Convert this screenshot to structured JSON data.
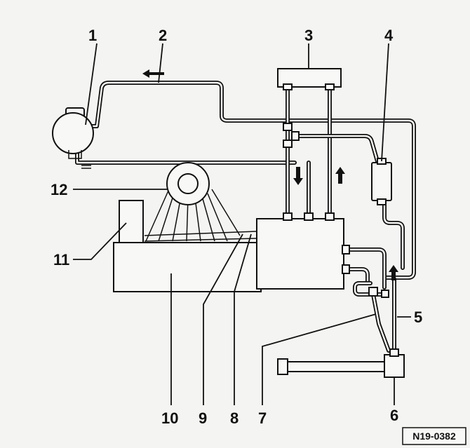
{
  "diagram": {
    "callouts": [
      "1",
      "2",
      "3",
      "4",
      "5",
      "6",
      "7",
      "8",
      "9",
      "10",
      "11",
      "12"
    ],
    "reference_code": "N19-0382",
    "colors": {
      "ink": "#111111",
      "paper": "#f4f4f2",
      "part_fill": "#f8f8f6"
    }
  }
}
